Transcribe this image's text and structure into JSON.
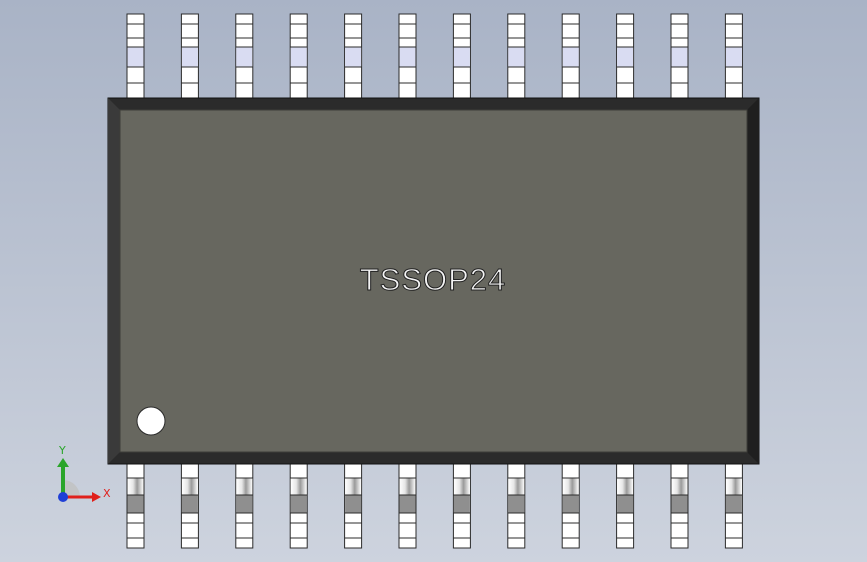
{
  "model": {
    "package_marking": "TSSOP24",
    "pin_count": 24,
    "pins_per_side": 12
  },
  "triad": {
    "x_label": "X",
    "y_label": "Y",
    "x_color": "#e0201c",
    "y_color": "#2aa52a",
    "z_color": "#1f3fd6"
  },
  "colors": {
    "body_top": "#67675f",
    "body_border": "#2b2b2b",
    "pin_light": "#ffffff",
    "pin_tint": "#d9dcf2",
    "background_top": "#a9b3c6",
    "background_bottom": "#cdd3de"
  }
}
